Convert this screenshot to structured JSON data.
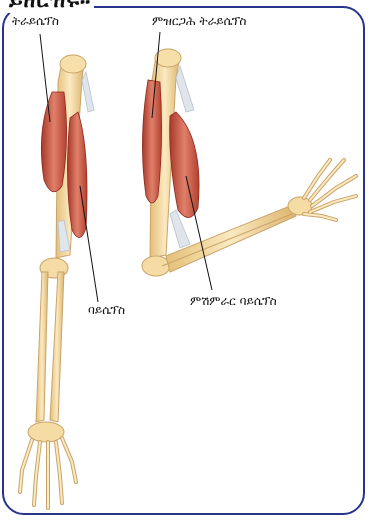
{
  "heading_fragment": "ይዘርዝሩ።",
  "labels": {
    "triceps_left": "ትራይሴፕስ",
    "triceps_contracted": "ምዝርጋሕ ትራይሴፕስ",
    "biceps_left": "ባይሴፕስ",
    "biceps_contracted": "ምሽምራር ባይሴፕስ"
  },
  "colors": {
    "frame": "#27348b",
    "bone": "#f2d9a0",
    "bone_outline": "#c9a46a",
    "muscle": "#c8503a",
    "muscle_light": "#e6896c",
    "tendon": "#dfe5ea"
  }
}
